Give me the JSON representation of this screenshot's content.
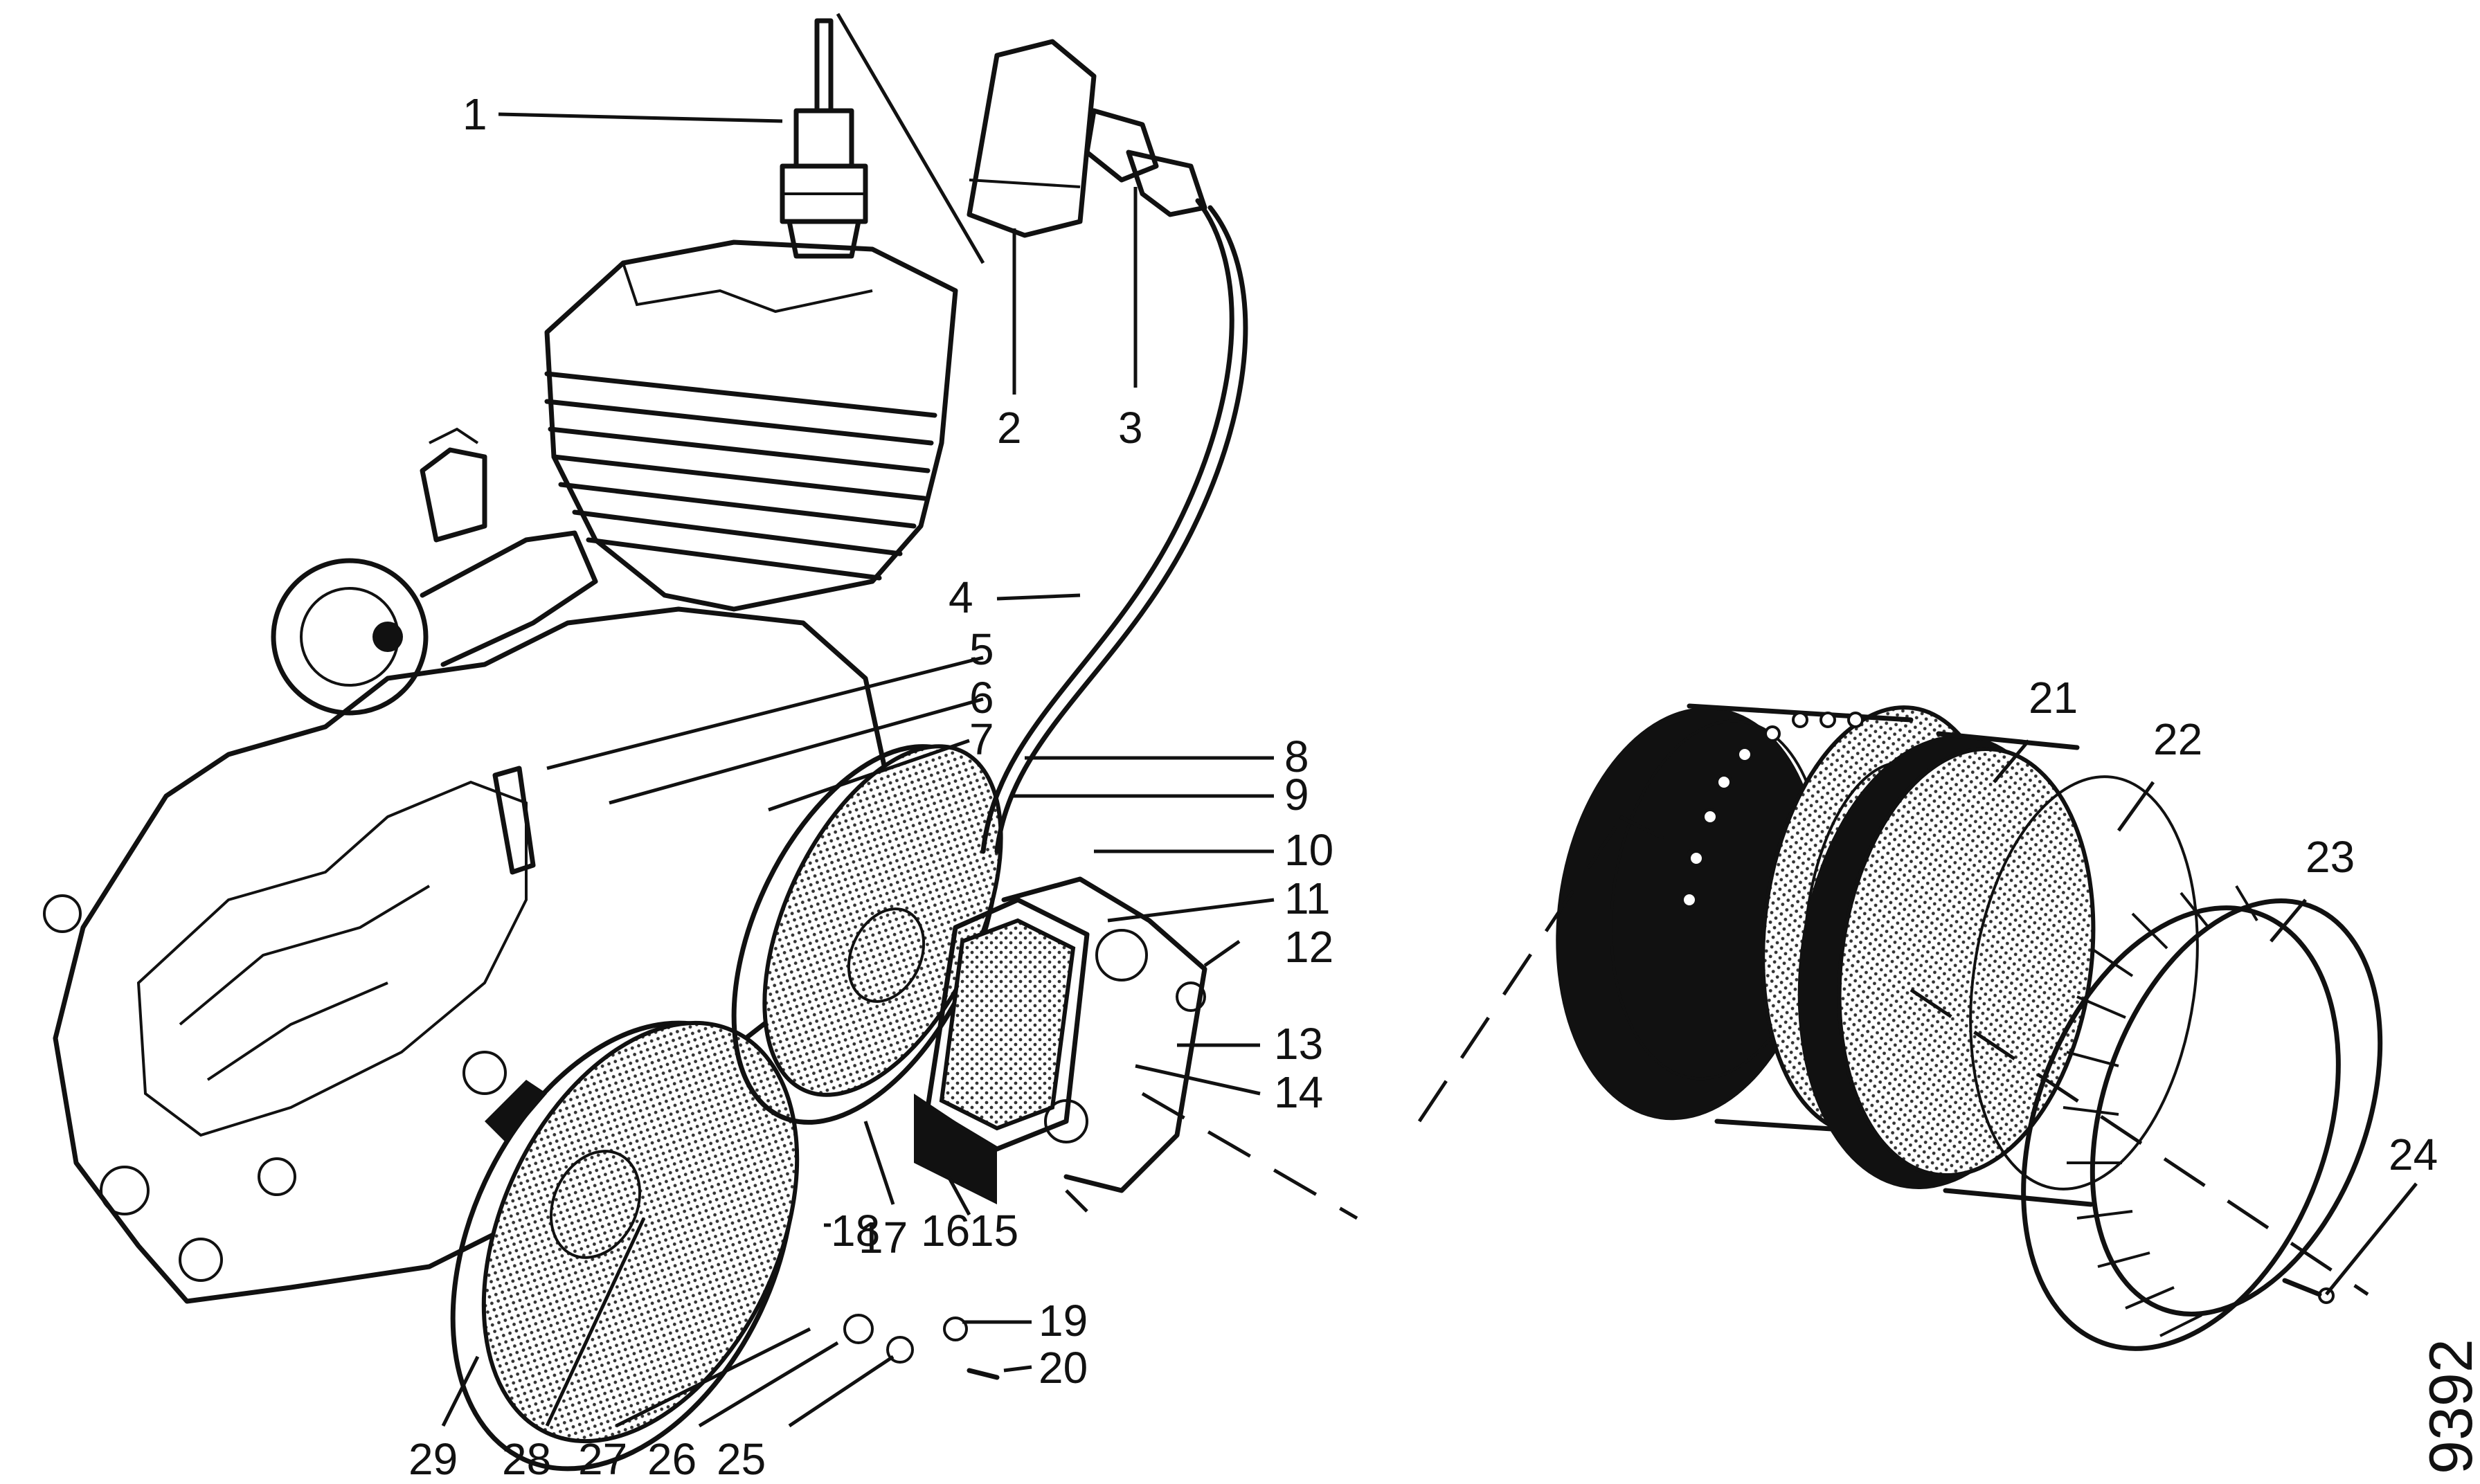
{
  "figure_number": "9392",
  "labels": [
    {
      "id": "1",
      "text": "1"
    },
    {
      "id": "2",
      "text": "2"
    },
    {
      "id": "3",
      "text": "3"
    },
    {
      "id": "4",
      "text": "4"
    },
    {
      "id": "5",
      "text": "5"
    },
    {
      "id": "6",
      "text": "6"
    },
    {
      "id": "7",
      "text": "7"
    },
    {
      "id": "8",
      "text": "8"
    },
    {
      "id": "9",
      "text": "9"
    },
    {
      "id": "10",
      "text": "10"
    },
    {
      "id": "11",
      "text": "11"
    },
    {
      "id": "12",
      "text": "12"
    },
    {
      "id": "13",
      "text": "13"
    },
    {
      "id": "14",
      "text": "14"
    },
    {
      "id": "15",
      "text": "15"
    },
    {
      "id": "16",
      "text": "16"
    },
    {
      "id": "17",
      "text": "17"
    },
    {
      "id": "18",
      "text": "18"
    },
    {
      "id": "19",
      "text": "19"
    },
    {
      "id": "20",
      "text": "20"
    },
    {
      "id": "21",
      "text": "21"
    },
    {
      "id": "22",
      "text": "22"
    },
    {
      "id": "23",
      "text": "23"
    },
    {
      "id": "24",
      "text": "24"
    },
    {
      "id": "25",
      "text": "25"
    },
    {
      "id": "26",
      "text": "26"
    },
    {
      "id": "27",
      "text": "27"
    },
    {
      "id": "28",
      "text": "28"
    },
    {
      "id": "29",
      "text": "29"
    }
  ]
}
